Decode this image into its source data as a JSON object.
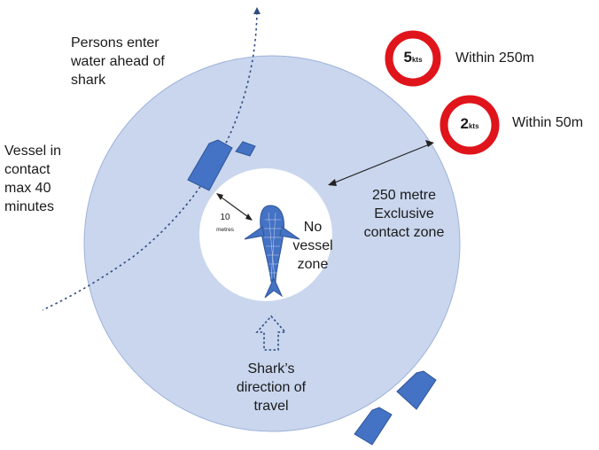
{
  "labels": {
    "persons_enter": [
      "Persons enter",
      "water ahead of",
      "shark"
    ],
    "vessel_contact": [
      "Vessel in",
      "contact",
      "max 40",
      "minutes"
    ],
    "exclusive_zone": [
      "250 metre",
      "Exclusive",
      "contact zone"
    ],
    "no_vessel_zone": [
      "No",
      "vessel",
      "zone"
    ],
    "shark_direction": [
      "Shark’s",
      "direction of",
      "travel"
    ],
    "ten_metres_num": "10",
    "ten_metres_unit": "metres"
  },
  "speed_signs": [
    {
      "speed": "5",
      "unit": "kts",
      "range": "Within 250m"
    },
    {
      "speed": "2",
      "unit": "kts",
      "range": "Within 50m"
    }
  ],
  "colors": {
    "outer_zone": "#c9d6ee",
    "inner_zone": "#ffffff",
    "vessel": "#4472c4",
    "sign_ring": "#e0141b",
    "path": "#2f4b82"
  }
}
